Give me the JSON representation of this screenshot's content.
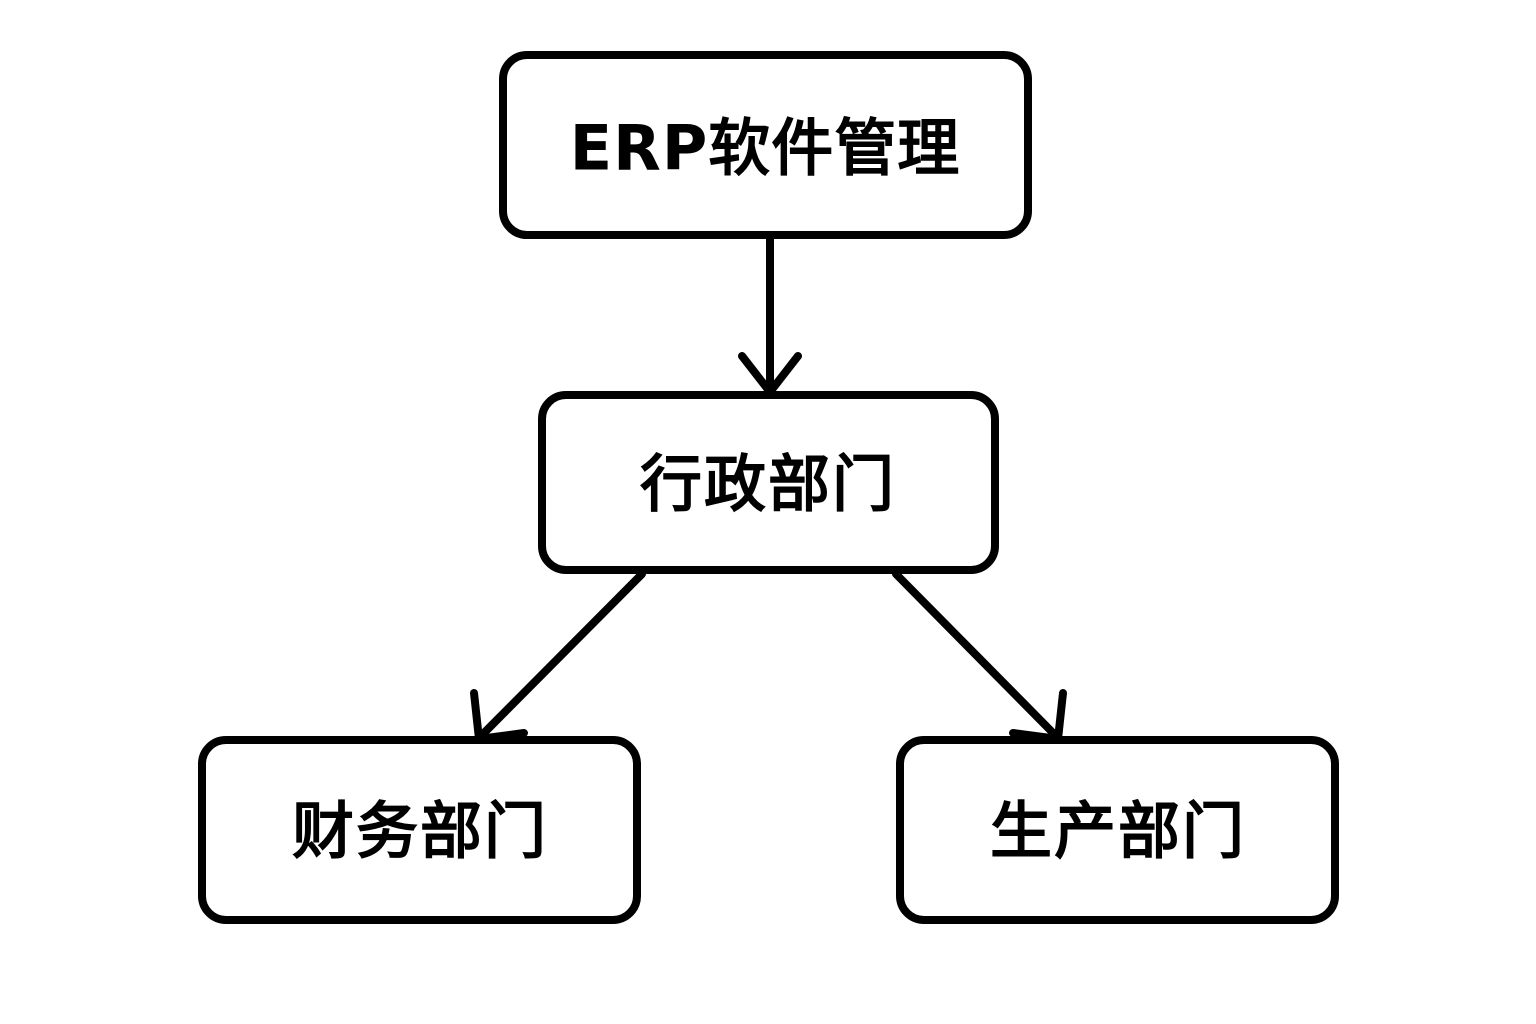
{
  "diagram": {
    "type": "flowchart",
    "orientation": "top-down",
    "background_color": "#ffffff",
    "stroke_color": "#000000",
    "nodes": [
      {
        "id": "root",
        "label": "ERP软件管理",
        "shape": "rounded-rectangle",
        "level": 0
      },
      {
        "id": "admin",
        "label": "行政部门",
        "shape": "rounded-rectangle",
        "level": 1
      },
      {
        "id": "finance",
        "label": "财务部门",
        "shape": "rounded-rectangle",
        "level": 2
      },
      {
        "id": "production",
        "label": "生产部门",
        "shape": "rounded-rectangle",
        "level": 2
      }
    ],
    "edges": [
      {
        "id": "edge-root-admin",
        "from": "ERP软件管理",
        "to": "行政部门",
        "style": "straight-vertical",
        "arrowhead": "open-chevron"
      },
      {
        "id": "edge-admin-finance",
        "from": "行政部门",
        "to": "财务部门",
        "style": "diagonal-left",
        "arrowhead": "open-chevron"
      },
      {
        "id": "edge-admin-production",
        "from": "行政部门",
        "to": "生产部门",
        "style": "diagonal-right",
        "arrowhead": "open-chevron"
      }
    ]
  }
}
